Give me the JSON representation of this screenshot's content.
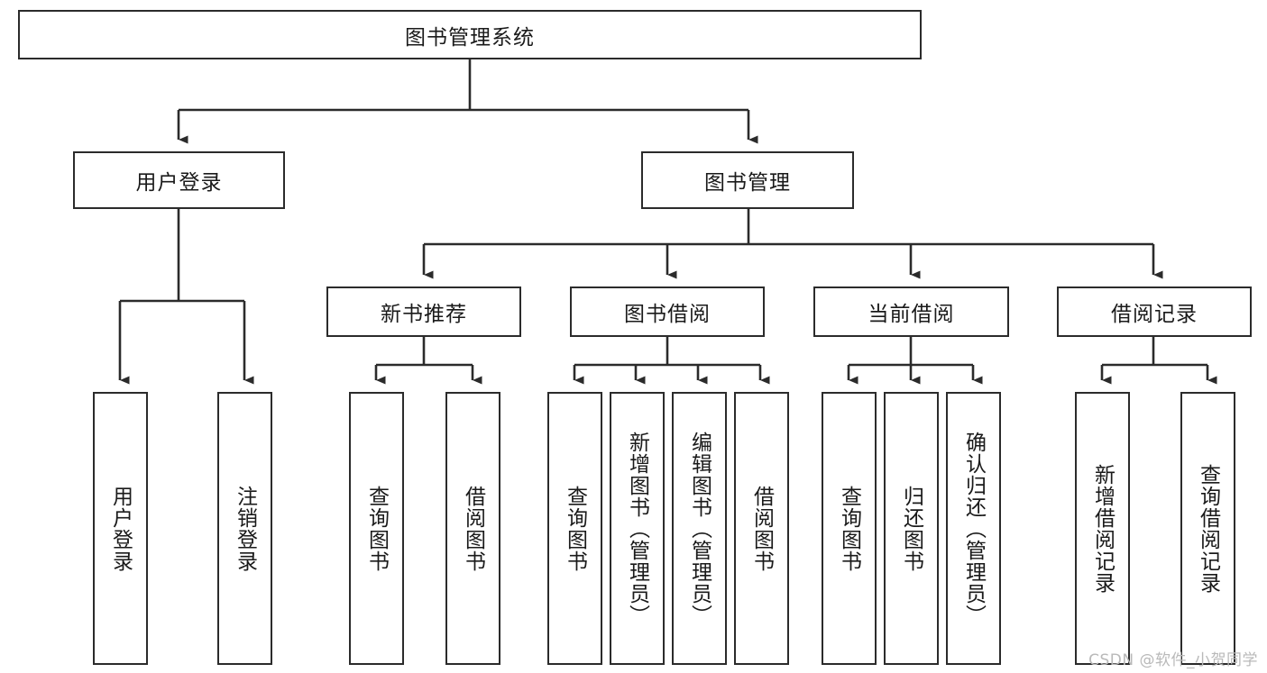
{
  "diagram": {
    "title": "图书管理系统",
    "type": "hierarchy-tree",
    "root": {
      "id": "root",
      "label": "图书管理系统",
      "orientation": "horizontal"
    },
    "level2": [
      {
        "id": "user-login",
        "label": "用户登录",
        "orientation": "horizontal"
      },
      {
        "id": "book-manage",
        "label": "图书管理",
        "orientation": "horizontal"
      }
    ],
    "level3": [
      {
        "id": "new-book-recommend",
        "label": "新书推荐",
        "orientation": "horizontal",
        "parent": "book-manage"
      },
      {
        "id": "book-borrow",
        "label": "图书借阅",
        "orientation": "horizontal",
        "parent": "book-manage"
      },
      {
        "id": "current-borrow",
        "label": "当前借阅",
        "orientation": "horizontal",
        "parent": "book-manage"
      },
      {
        "id": "borrow-record",
        "label": "借阅记录",
        "orientation": "horizontal",
        "parent": "book-manage"
      }
    ],
    "leaves": [
      {
        "id": "leaf-user-login",
        "label": "用户登录",
        "parent": "user-login"
      },
      {
        "id": "leaf-logout-login",
        "label": "注销登录",
        "parent": "user-login"
      },
      {
        "id": "leaf-query-book-1",
        "label": "查询图书",
        "parent": "new-book-recommend"
      },
      {
        "id": "leaf-borrow-book-1",
        "label": "借阅图书",
        "parent": "new-book-recommend"
      },
      {
        "id": "leaf-query-book-2",
        "label": "查询图书",
        "parent": "book-borrow"
      },
      {
        "id": "leaf-add-book",
        "label": "新增图书（管理员）",
        "parent": "book-borrow"
      },
      {
        "id": "leaf-edit-book",
        "label": "编辑图书（管理员）",
        "parent": "book-borrow"
      },
      {
        "id": "leaf-borrow-book-2",
        "label": "借阅图书",
        "parent": "book-borrow"
      },
      {
        "id": "leaf-query-book-3",
        "label": "查询图书",
        "parent": "current-borrow"
      },
      {
        "id": "leaf-return-book",
        "label": "归还图书",
        "parent": "current-borrow"
      },
      {
        "id": "leaf-confirm-return",
        "label": "确认归还（管理员）",
        "parent": "current-borrow"
      },
      {
        "id": "leaf-add-record",
        "label": "新增借阅记录",
        "parent": "borrow-record"
      },
      {
        "id": "leaf-query-record",
        "label": "查询借阅记录",
        "parent": "borrow-record"
      }
    ],
    "watermark": "CSDN @软件_小贺同学",
    "colors": {
      "stroke": "#2b2b2b",
      "background": "#ffffff",
      "text": "#1a1a1a",
      "watermark": "#b9b9b9"
    }
  }
}
